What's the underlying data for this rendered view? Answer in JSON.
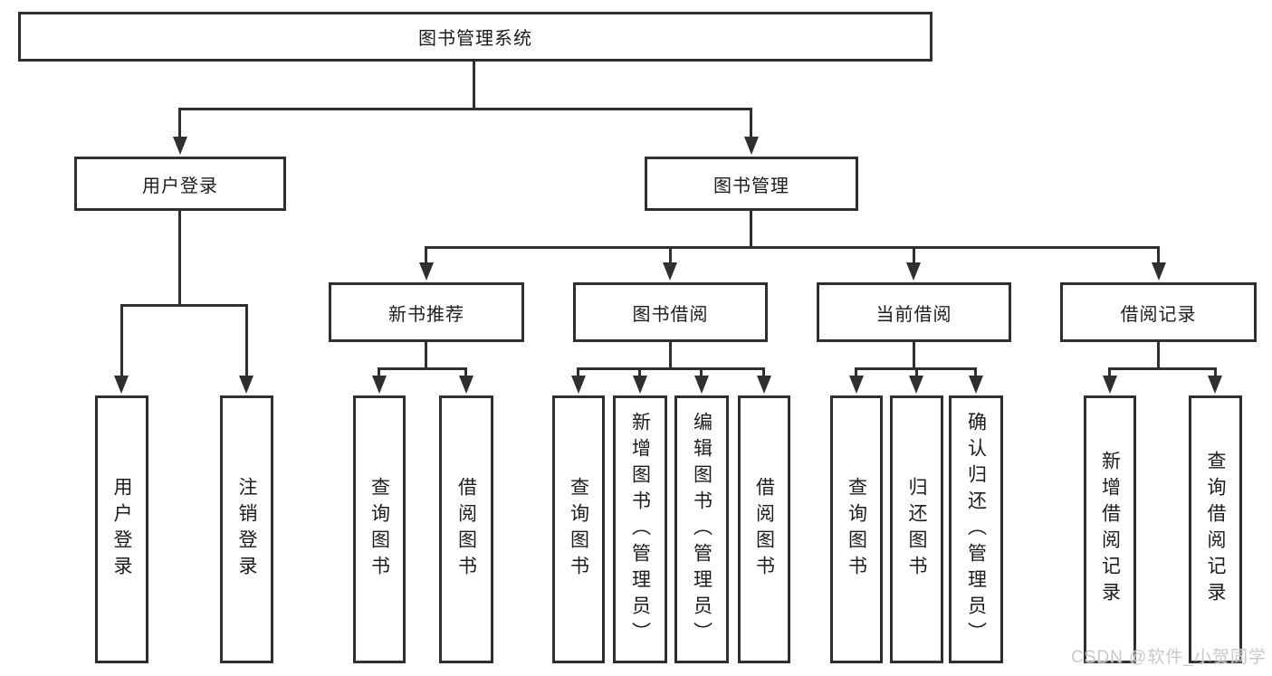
{
  "nodes": {
    "root": "图书管理系统",
    "level2": [
      "用户登录",
      "图书管理"
    ],
    "level3": [
      "新书推荐",
      "图书借阅",
      "当前借阅",
      "借阅记录"
    ],
    "leaves_user": [
      "用户登录",
      "注销登录"
    ],
    "leaves_newbook": [
      "查询图书",
      "借阅图书"
    ],
    "leaves_borrow": [
      "查询图书",
      "新增图书（管理员）",
      "编辑图书（管理员）",
      "借阅图书"
    ],
    "leaves_current": [
      "查询图书",
      "归还图书",
      "确认归还（管理员）"
    ],
    "leaves_record": [
      "新增借阅记录",
      "查询借阅记录"
    ]
  },
  "watermark": "CSDN @软件_小贺同学",
  "colors": {
    "line": "#2f2f2f",
    "text": "#1c1c1c",
    "background": "#ffffff",
    "watermark": "#c9c9c9"
  }
}
